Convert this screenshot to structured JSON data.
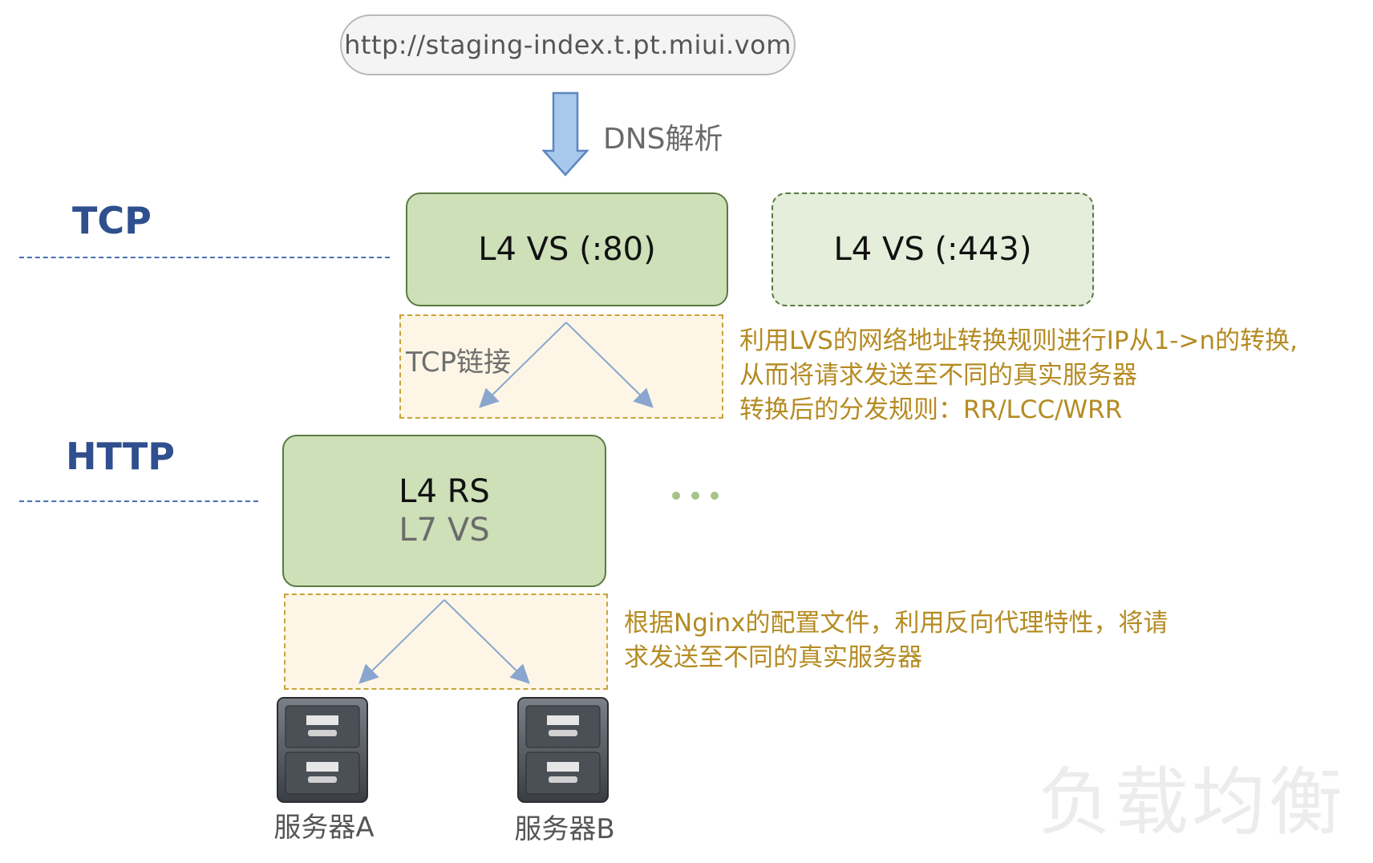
{
  "url": "http://staging-index.t.pt.miui.vom",
  "dns_label": "DNS解析",
  "layers": {
    "tcp": "TCP",
    "http": "HTTP"
  },
  "boxes": {
    "l4_vs_80": "L4 VS (:80)",
    "l4_vs_443": "L4 VS (:443)",
    "l4_rs": "L4 RS",
    "l7_vs": "L7 VS"
  },
  "tcp_connection_label": "TCP链接",
  "notes": {
    "lvs": [
      "利用LVS的网络地址转换规则进行IP从1->n的转换,",
      "从而将请求发送至不同的真实服务器",
      "转换后的分发规则：RR/LCC/WRR"
    ],
    "nginx": [
      "根据Nginx的配置文件，利用反向代理特性，将请",
      "求发送至不同的真实服务器"
    ]
  },
  "servers": [
    "服务器A",
    "服务器B"
  ],
  "watermark": "负载均衡",
  "icons": {
    "arrow": "down-arrow-icon",
    "server": "file-cabinet-icon",
    "more": "ellipsis-icon"
  },
  "colors": {
    "box_fill": "#cde0b8",
    "box_border": "#5b7a42",
    "note_text": "#b58b22",
    "layer_label": "#2f4f8f",
    "arrow_fill": "#a8c8ec"
  }
}
